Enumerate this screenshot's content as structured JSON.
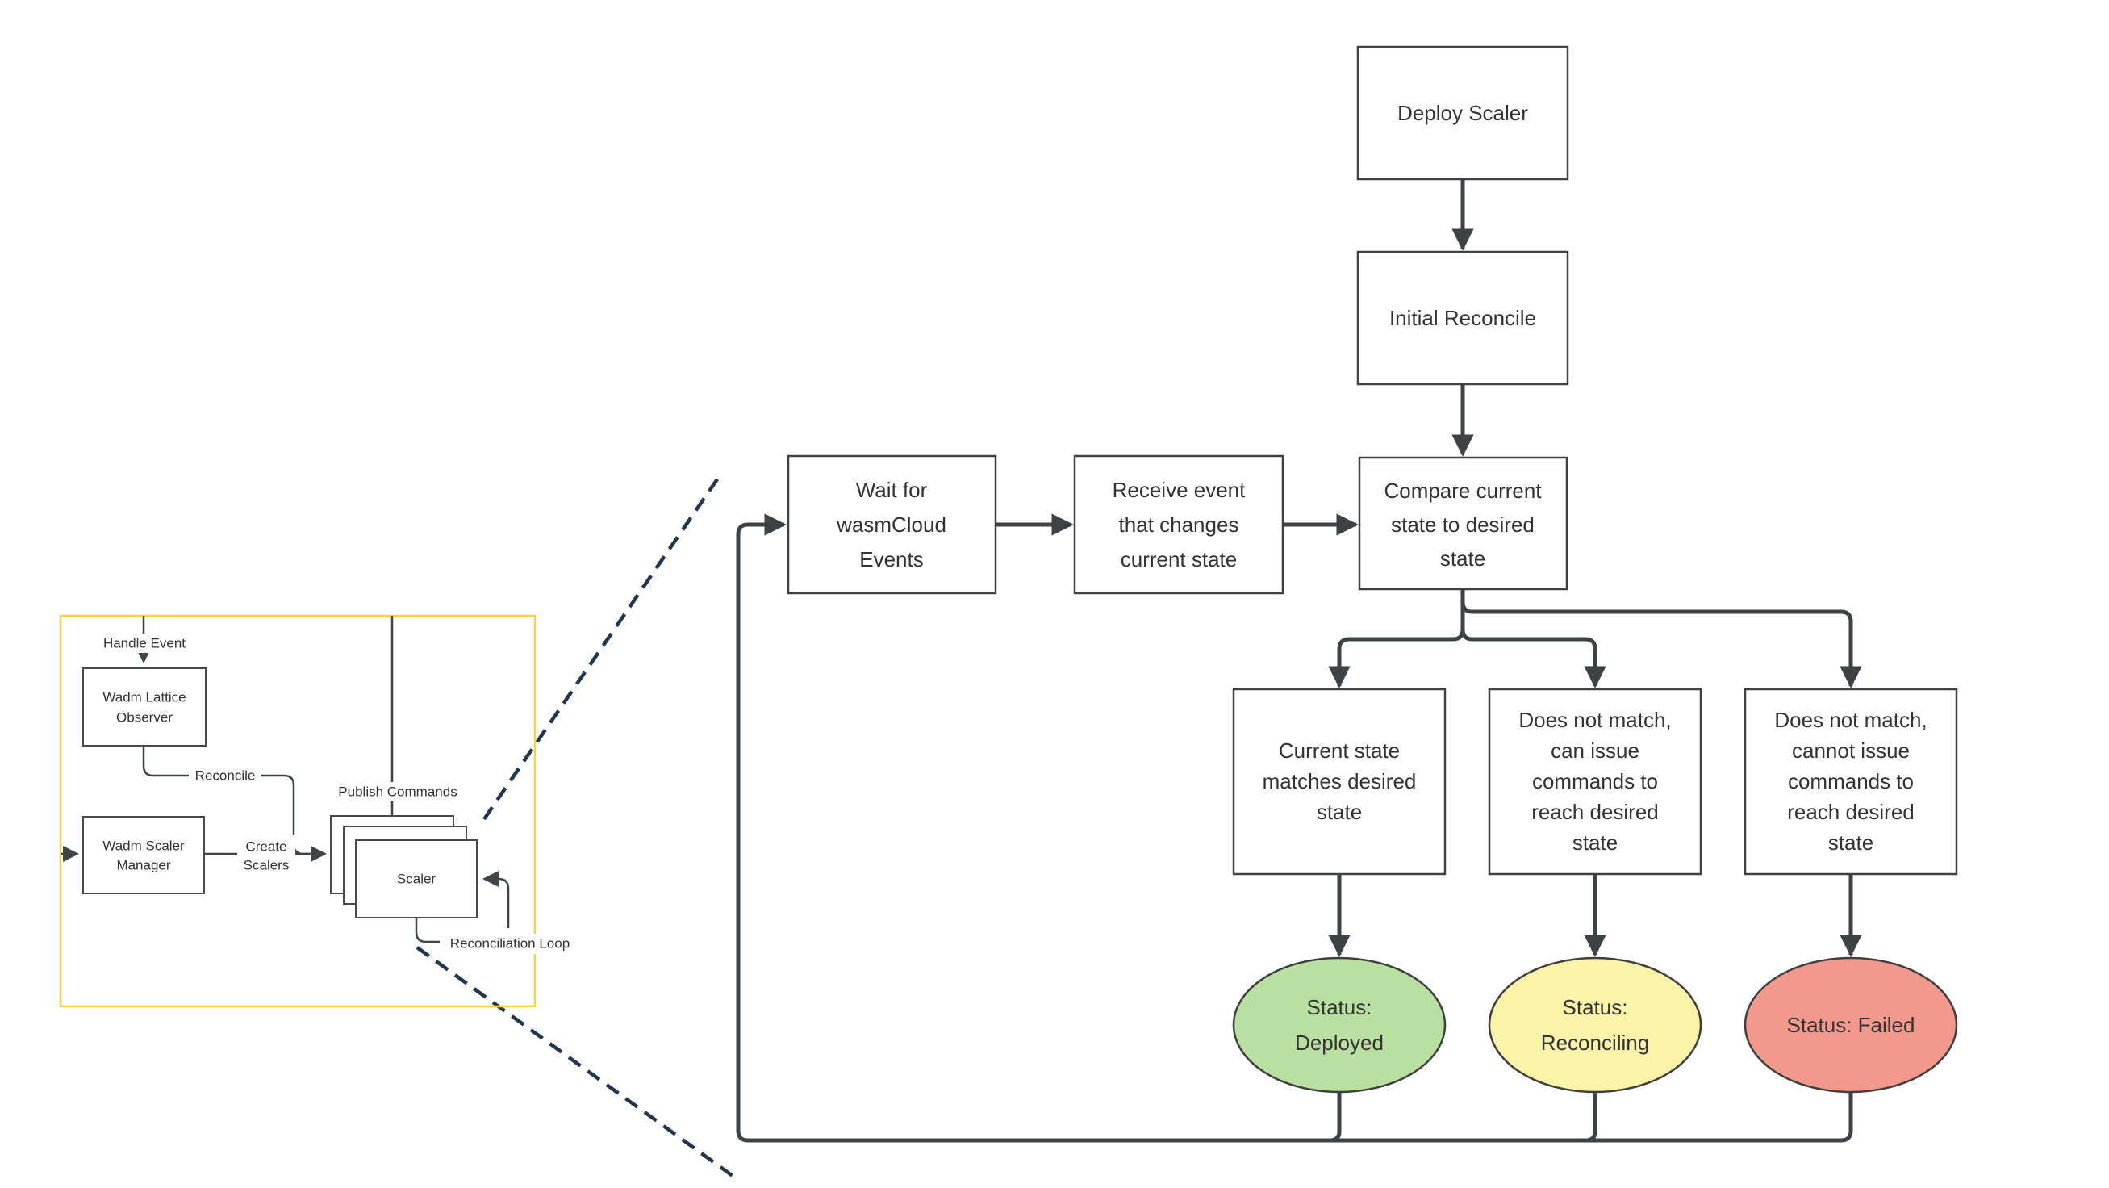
{
  "diagram": {
    "colors": {
      "status_deployed": "#b9e0a0",
      "status_reconciling": "#fbf3a7",
      "status_failed": "#f1998c",
      "frame_yellow": "#fbd04c",
      "callout_dashed": "#22374e"
    },
    "flowchart": {
      "deploy": {
        "label": "Deploy Scaler"
      },
      "initial": {
        "label": "Initial Reconcile"
      },
      "wait": {
        "lines": [
          "Wait for",
          "wasmCloud",
          "Events"
        ]
      },
      "receive": {
        "lines": [
          "Receive event",
          "that changes",
          "current state"
        ]
      },
      "compare": {
        "lines": [
          "Compare current",
          "state to desired",
          "state"
        ]
      },
      "matches": {
        "lines": [
          "Current state",
          "matches desired",
          "state"
        ]
      },
      "can_issue": {
        "lines": [
          "Does not match,",
          "can issue",
          "commands to",
          "reach desired",
          "state"
        ]
      },
      "cannot_issue": {
        "lines": [
          "Does not match,",
          "cannot issue",
          "commands to",
          "reach desired",
          "state"
        ]
      },
      "status_deployed": {
        "lines": [
          "Status:",
          "Deployed"
        ]
      },
      "status_reconciling": {
        "lines": [
          "Status:",
          "Reconciling"
        ]
      },
      "status_failed": {
        "label": "Status: Failed"
      }
    },
    "mini": {
      "handle_event_label": "Handle Event",
      "observer": {
        "lines": [
          "Wadm Lattice",
          "Observer"
        ]
      },
      "reconcile_label": "Reconcile",
      "manager": {
        "lines": [
          "Wadm Scaler",
          "Manager"
        ]
      },
      "create_scalers": {
        "lines": [
          "Create",
          "Scalers"
        ]
      },
      "publish_commands_label": "Publish Commands",
      "scaler_label": "Scaler",
      "reconciliation_loop_label": "Reconciliation Loop"
    }
  }
}
